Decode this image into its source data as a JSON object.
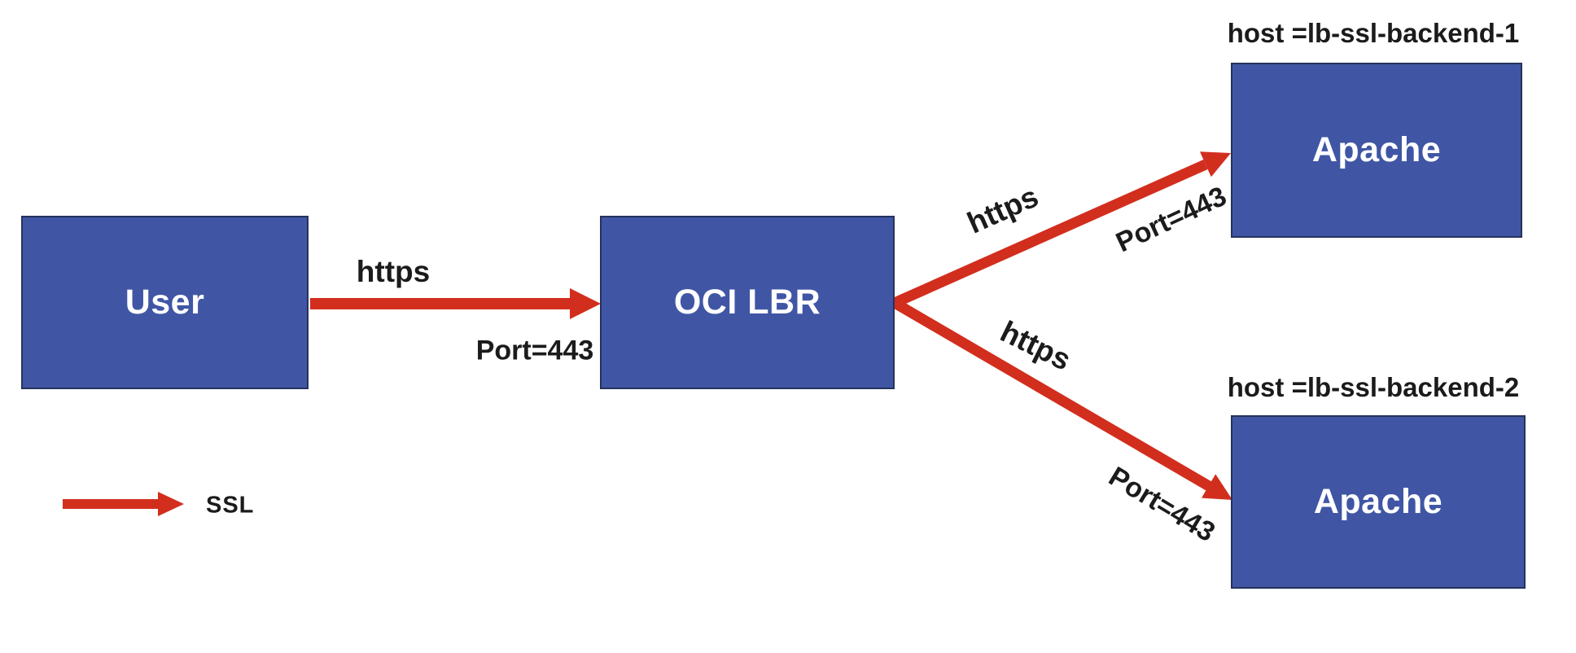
{
  "colors": {
    "canvas-bg": "#FFFFFF",
    "node-fill": "#4056A5",
    "node-border": "#25325B",
    "node-text": "#FFFFFF",
    "label-text": "#1B1B1B",
    "arrow-red": "#D22E1E"
  },
  "nodes": {
    "user": {
      "label": "User"
    },
    "load_balancer": {
      "label": "OCI LBR"
    },
    "backend_1": {
      "label": "Apache",
      "host": "host =lb-ssl-backend-1"
    },
    "backend_2": {
      "label": "Apache",
      "host": "host =lb-ssl-backend-2"
    }
  },
  "edges": {
    "user_to_lbr": {
      "protocol": "https",
      "port": "Port=443"
    },
    "lbr_to_backend_1": {
      "protocol": "https",
      "port": "Port=443"
    },
    "lbr_to_backend_2": {
      "protocol": "https",
      "port": "Port=443"
    }
  },
  "legend": {
    "ssl_label": "SSL"
  }
}
